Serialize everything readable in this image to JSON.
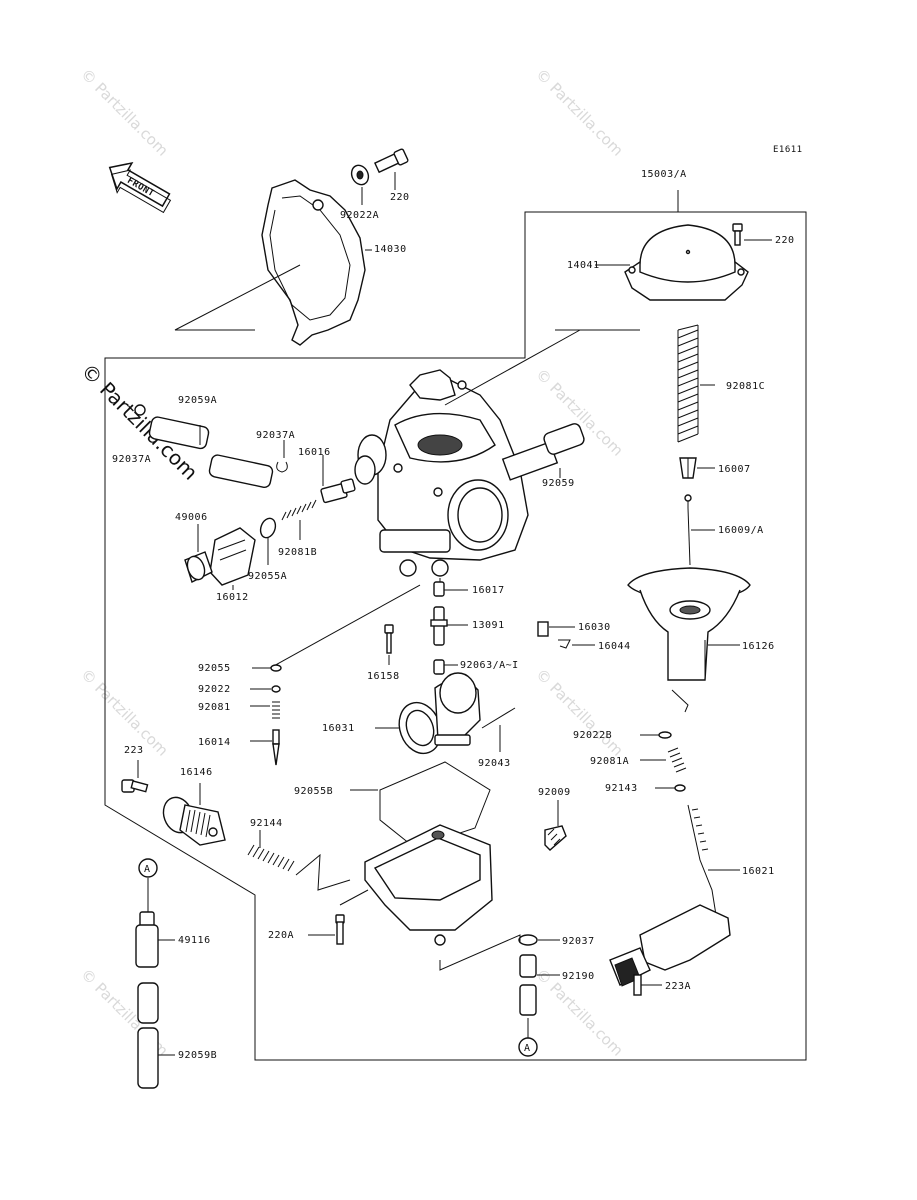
{
  "figure_code": "E1611",
  "front_label": "FRONT",
  "watermark": {
    "small": "© Partzilla.com",
    "large": "© Partzilla.com"
  },
  "callouts": {
    "c15003": "15003/A",
    "c220_top": "220",
    "c92022A": "92022A",
    "c14030": "14030",
    "c14041": "14041",
    "c220_right": "220",
    "c92081C": "92081C",
    "c16007": "16007",
    "c16009": "16009/A",
    "c16126": "16126",
    "c92059A": "92059A",
    "c92037A_l": "92037A",
    "c92037A": "92037A",
    "c16016": "16016",
    "c92059": "92059",
    "c49006": "49006",
    "c92081B": "92081B",
    "c92055A": "92055A",
    "c16012": "16012",
    "c16017": "16017",
    "c13091": "13091",
    "c16030": "16030",
    "c16044": "16044",
    "c92055": "92055",
    "c16158": "16158",
    "c92063": "92063/A~I",
    "c92022": "92022",
    "c92081": "92081",
    "c16014": "16014",
    "c16031": "16031",
    "c92043": "92043",
    "c92022B": "92022B",
    "c92081A": "92081A",
    "c92143": "92143",
    "c223": "223",
    "c16146": "16146",
    "c92055B": "92055B",
    "c92009": "92009",
    "c92144": "92144",
    "c16021": "16021",
    "cA_top": "A",
    "c49116": "49116",
    "c220A": "220A",
    "c92037": "92037",
    "c92190": "92190",
    "c223A": "223A",
    "c92059B": "92059B",
    "cA_bottom": "A"
  }
}
